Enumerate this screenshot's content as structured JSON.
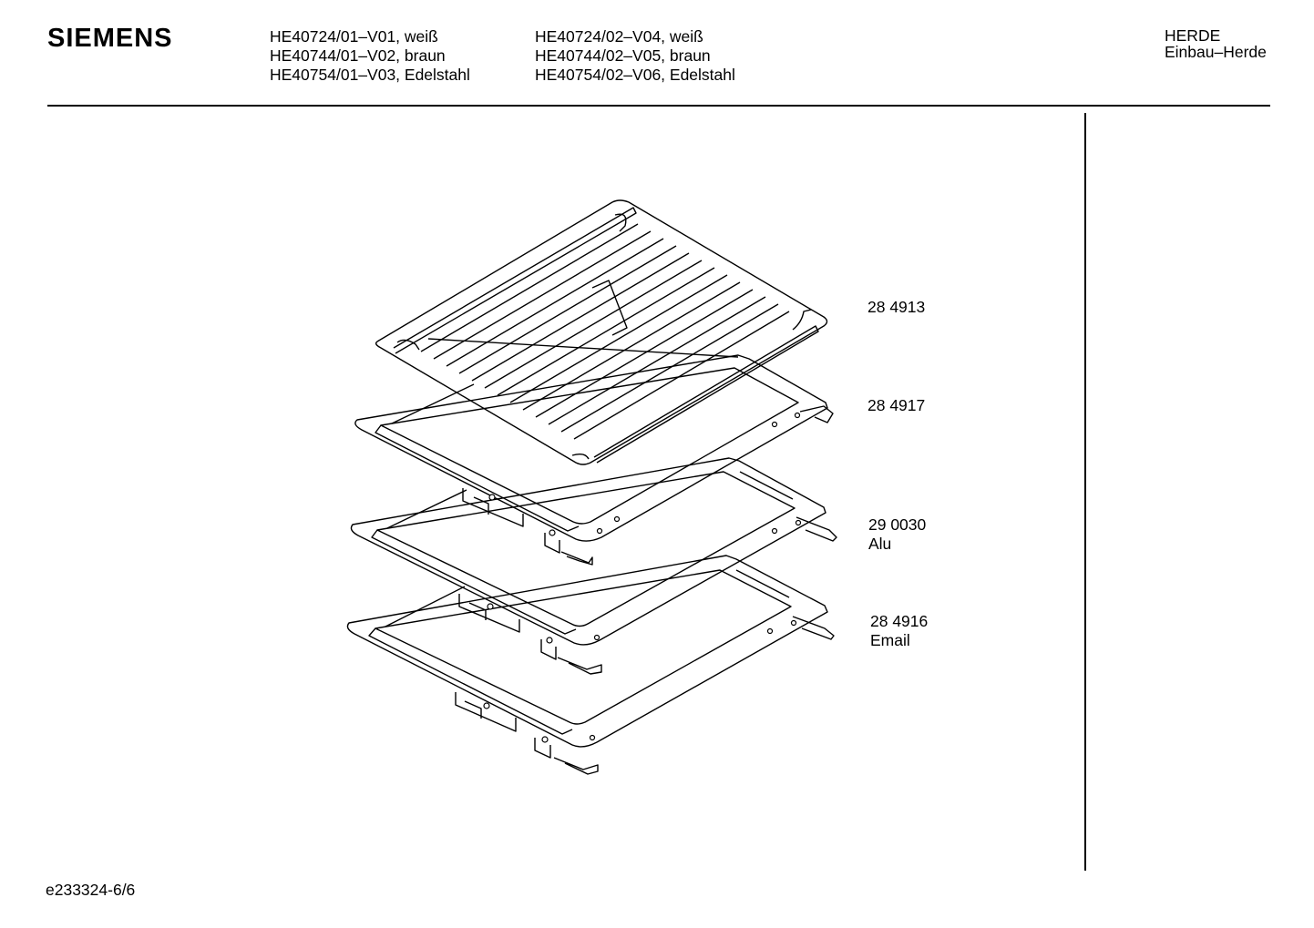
{
  "header": {
    "brand": "SIEMENS",
    "models_col1": [
      "HE40724/01–V01, weiß",
      "HE40744/01–V02, braun",
      "HE40754/01–V03, Edelstahl"
    ],
    "models_col2": [
      "HE40724/02–V04, weiß",
      "HE40744/02–V05, braun",
      "HE40754/02–V06, Edelstahl"
    ],
    "category": "HERDE",
    "subcategory": "Einbau–Herde"
  },
  "parts": [
    {
      "number": "28 4913",
      "note": ""
    },
    {
      "number": "28 4917",
      "note": ""
    },
    {
      "number": "29 0030",
      "note": "Alu"
    },
    {
      "number": "28 4916",
      "note": "Email"
    }
  ],
  "footer": {
    "doc_id": "e233324-6/6"
  }
}
